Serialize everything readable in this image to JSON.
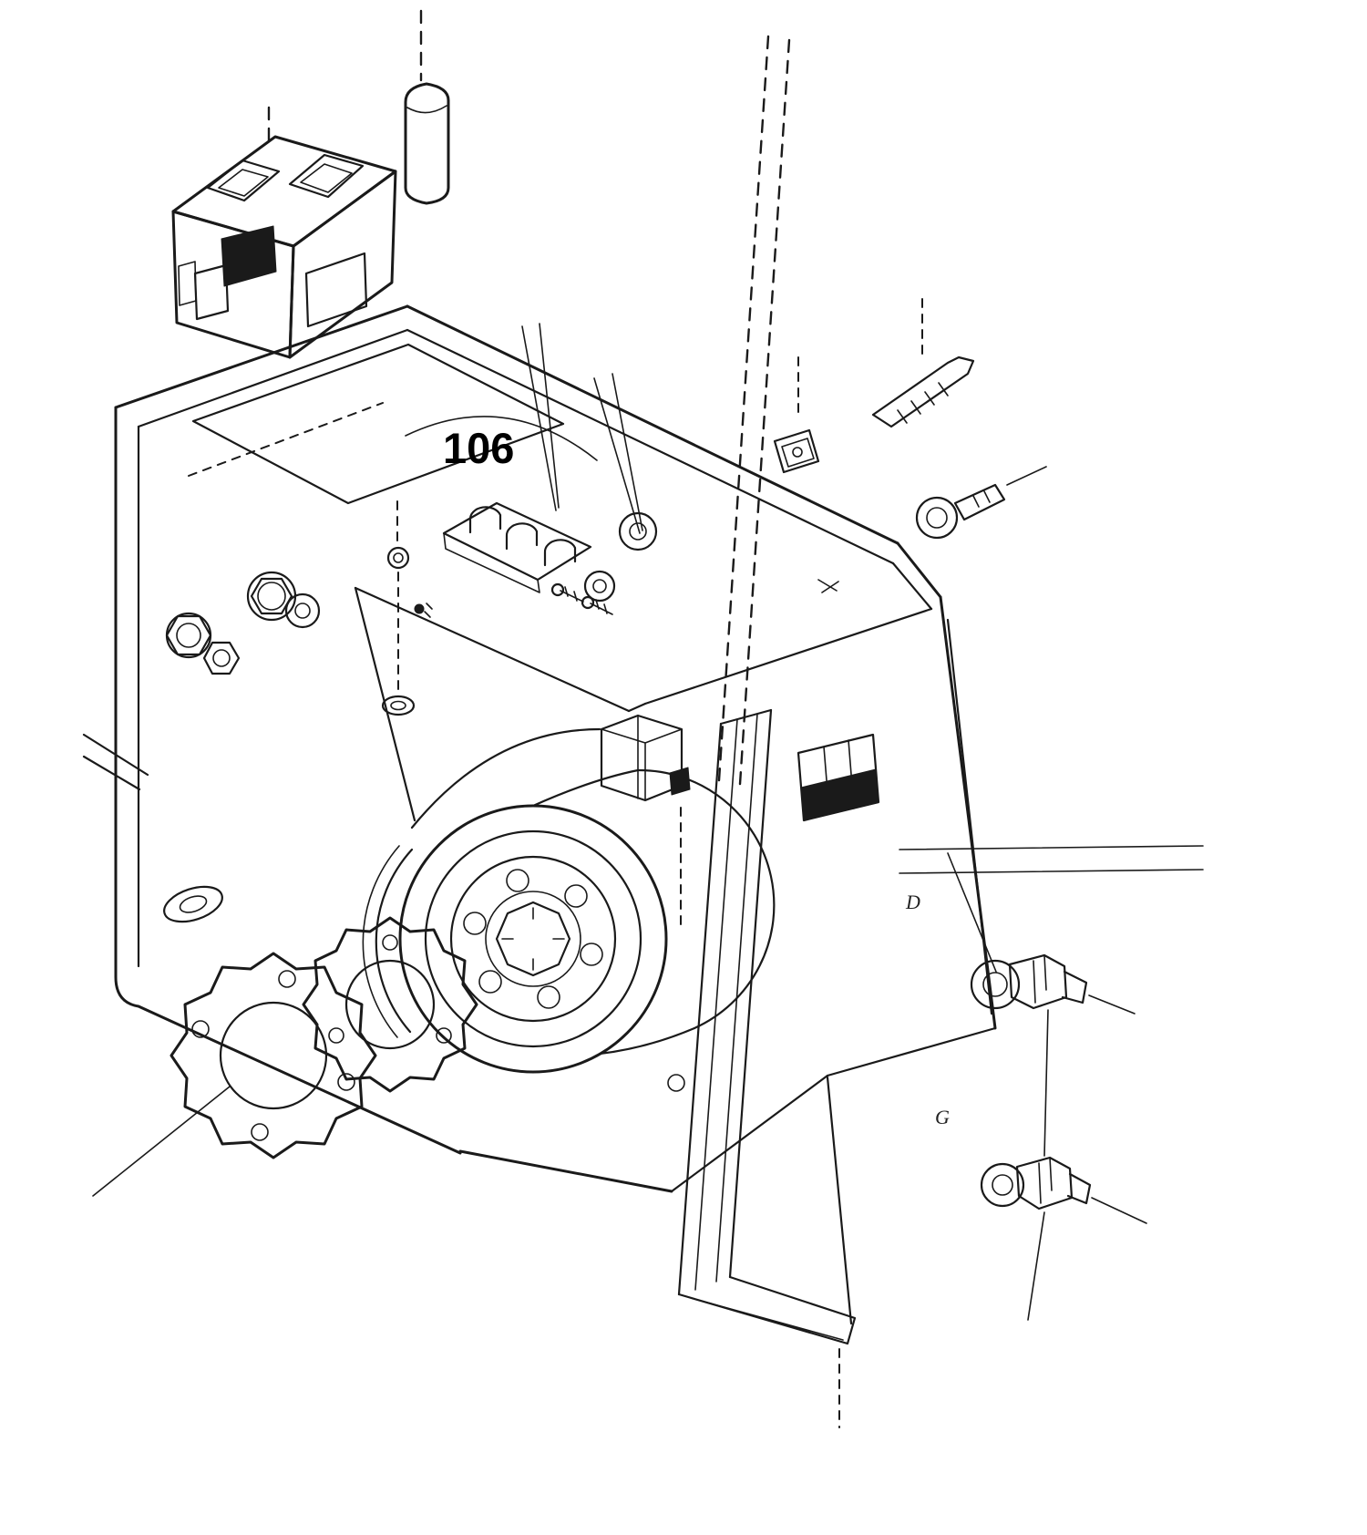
{
  "colors": {
    "background": "#ffffff",
    "line": "#1a1a1a",
    "text": "#000000"
  },
  "labels": {
    "part_callout": "106",
    "annotation_d": "D",
    "annotation_g": "G"
  }
}
